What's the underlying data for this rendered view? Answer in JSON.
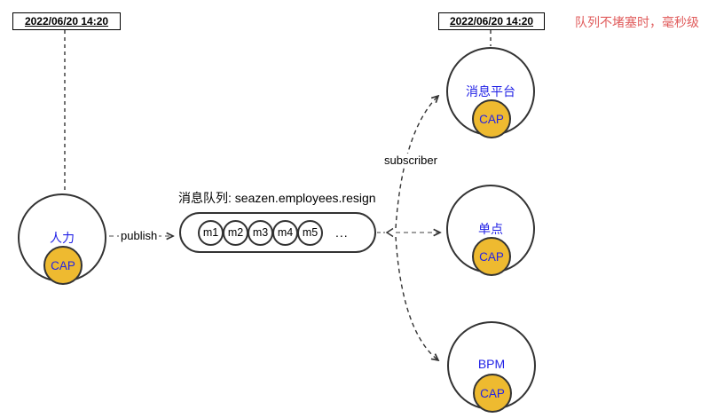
{
  "timestamps": {
    "left": "2022/06/20 14:20",
    "right": "2022/06/20 14:20"
  },
  "note": {
    "text": "队列不堵塞时，毫秒级"
  },
  "publisher": {
    "label": "人力",
    "badge": "CAP"
  },
  "edges": {
    "publish_label": "publish",
    "subscriber_label": "subscriber"
  },
  "queue": {
    "title": "消息队列: seazen.employees.resign",
    "messages": [
      "m1",
      "m2",
      "m3",
      "m4",
      "m5"
    ],
    "ellipsis": "..."
  },
  "subscribers": [
    {
      "label": "消息平台",
      "badge": "CAP"
    },
    {
      "label": "单点",
      "badge": "CAP"
    },
    {
      "label": "BPM",
      "badge": "CAP"
    }
  ],
  "colors": {
    "accent_blue": "#2222e6",
    "badge_yellow": "#eeba30",
    "note_red": "#e05c5c",
    "line": "#333333"
  }
}
